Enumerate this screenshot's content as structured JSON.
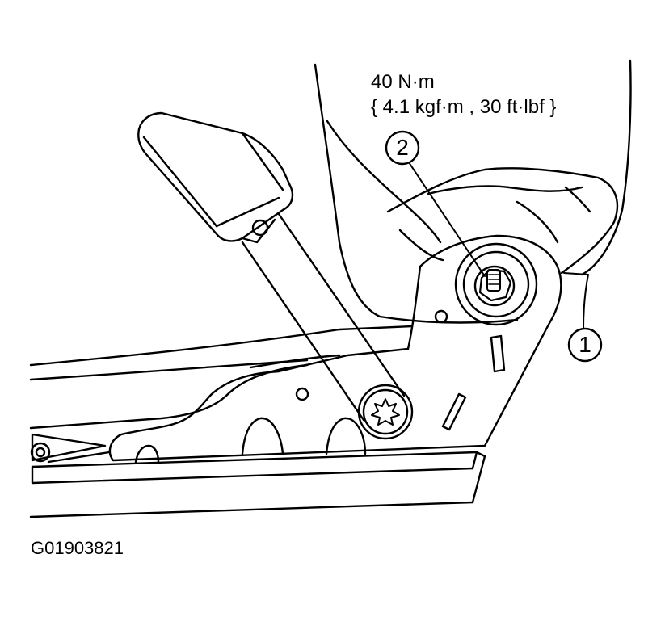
{
  "torque": {
    "line1": "40 N·m",
    "line2": "{ 4.1 kgf·m , 30 ft·lbf }"
  },
  "callouts": [
    {
      "number": "1"
    },
    {
      "number": "2"
    }
  ],
  "figure_id": "G01903821",
  "colors": {
    "ink": "#000000",
    "paper": "#ffffff"
  }
}
